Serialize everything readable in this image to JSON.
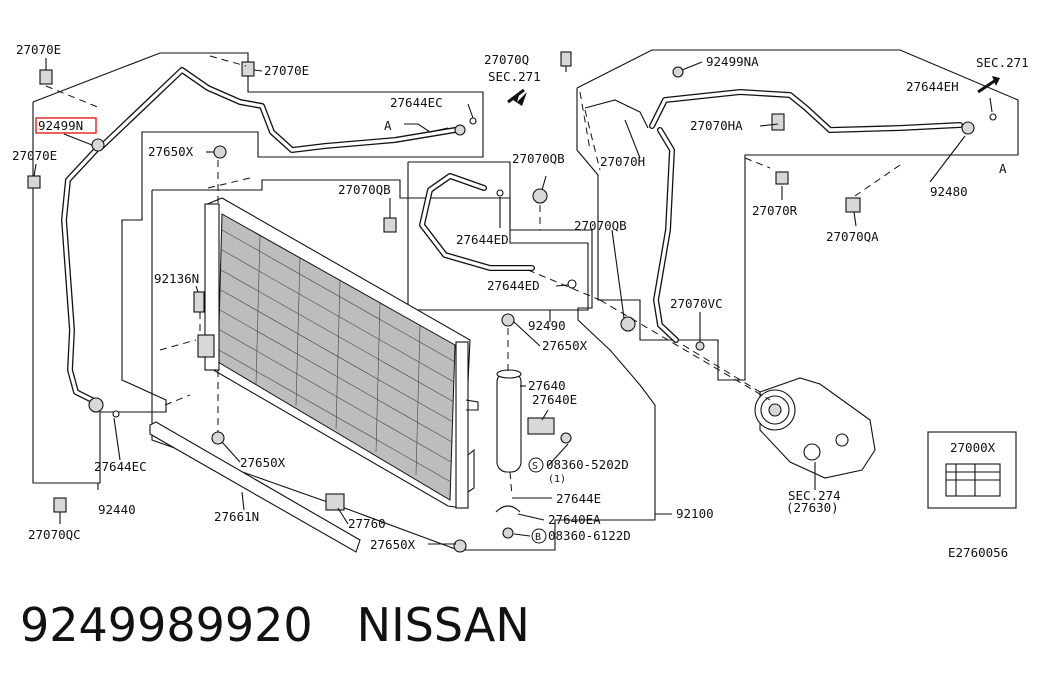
{
  "labels": {
    "l27070E_a": "27070E",
    "l27070E_b": "27070E",
    "l27070E_c": "27070E",
    "l92499N": "92499N",
    "l27650X_a": "27650X",
    "l27644EC_a": "27644EC",
    "l27070Q": "27070Q",
    "lSEC271_a": "SEC.271",
    "lA_a": "A",
    "l92499NA": "92499NA",
    "lSEC271_b": "SEC.271",
    "l27644EH": "27644EH",
    "l27070HA": "27070HA",
    "l27070H": "27070H",
    "lA_b": "A",
    "l27070R": "27070R",
    "l92480": "92480",
    "l27070QA": "27070QA",
    "l27070QB_a": "27070QB",
    "l27070QB_b": "27070QB",
    "l27070QB_c": "27070QB",
    "l27644ED_a": "27644ED",
    "l27644ED_b": "27644ED",
    "l92490": "92490",
    "l27650X_b": "27650X",
    "l27070VC": "27070VC",
    "l92136N": "92136N",
    "l27640": "27640",
    "l27640E": "27640E",
    "l08360_5202D": "08360-5202D",
    "l08360_5202D_qty": "(1)",
    "lS": "S",
    "l27644E": "27644E",
    "l27640EA": "27640EA",
    "lB": "B",
    "l08360_6122D": "08360-6122D",
    "l92100": "92100",
    "l27650X_c": "27650X",
    "l27760": "27760",
    "l27650X_d": "27650X",
    "l27661N": "27661N",
    "l27644EC_b": "27644EC",
    "l92440": "92440",
    "l27070QC": "27070QC",
    "lSEC274": "SEC.274",
    "l27630": "(27630)",
    "l27000X": "27000X",
    "lE2760056": "E2760056"
  },
  "highlight": {
    "label": "92499N",
    "color": "#e02020"
  },
  "caption": {
    "part_number": "9249989920",
    "brand": "NISSAN"
  }
}
